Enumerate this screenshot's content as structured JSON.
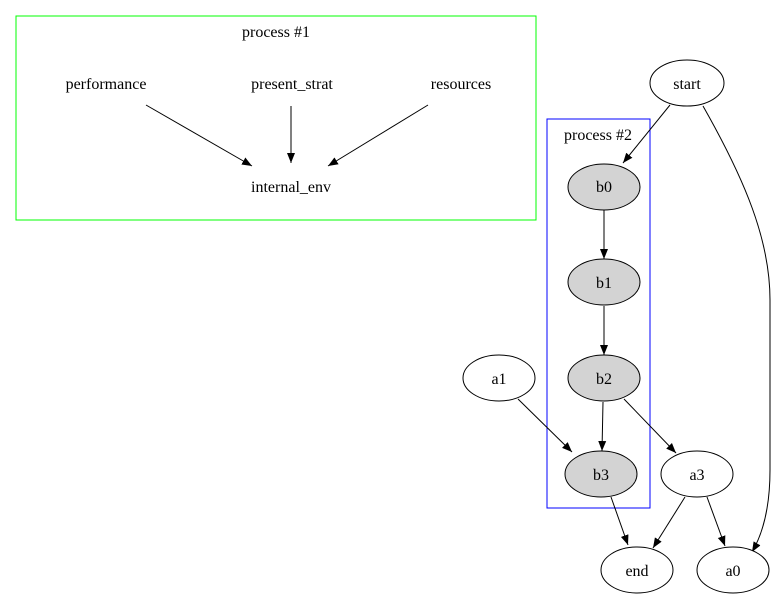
{
  "clusters": {
    "process1": {
      "label": "process #1",
      "color": "#00ff00"
    },
    "process2": {
      "label": "process #2",
      "color": "#0000ff"
    }
  },
  "nodes": {
    "performance": "performance",
    "present_strat": "present_strat",
    "resources": "resources",
    "internal_env": "internal_env",
    "start": "start",
    "b0": "b0",
    "b1": "b1",
    "b2": "b2",
    "b3": "b3",
    "a1": "a1",
    "a3": "a3",
    "end": "end",
    "a0": "a0"
  },
  "colors": {
    "filled_node": "#d3d3d3",
    "edge": "#000000"
  },
  "edges": [
    [
      "performance",
      "internal_env"
    ],
    [
      "present_strat",
      "internal_env"
    ],
    [
      "resources",
      "internal_env"
    ],
    [
      "start",
      "b0"
    ],
    [
      "start",
      "a0"
    ],
    [
      "b0",
      "b1"
    ],
    [
      "b1",
      "b2"
    ],
    [
      "b2",
      "b3"
    ],
    [
      "b2",
      "a3"
    ],
    [
      "a1",
      "b3"
    ],
    [
      "b3",
      "end"
    ],
    [
      "a3",
      "end"
    ],
    [
      "a3",
      "a0"
    ]
  ]
}
